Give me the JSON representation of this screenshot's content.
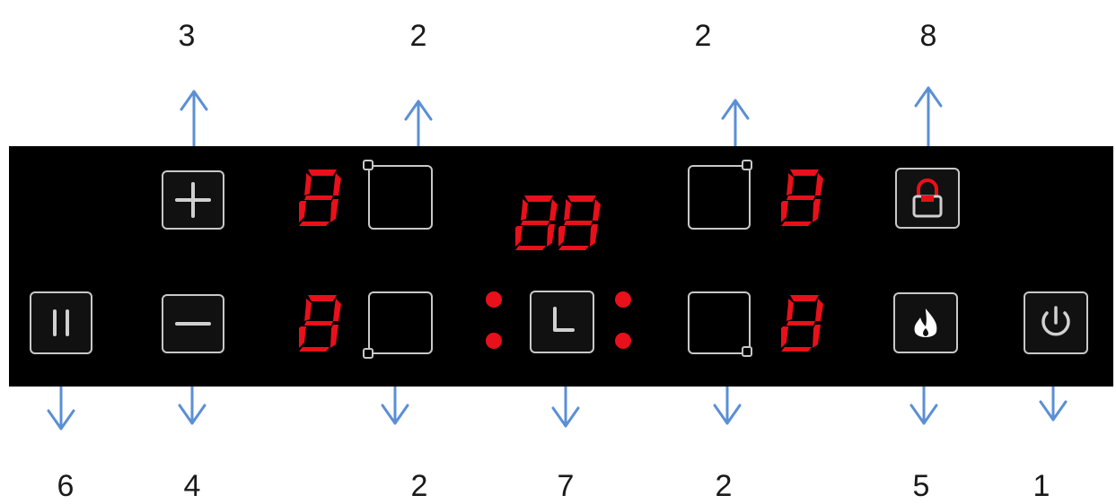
{
  "top_numbers": [
    "3",
    "2",
    "2",
    "8"
  ],
  "bottom_numbers": [
    "6",
    "4",
    "2",
    "7",
    "2",
    "5",
    "1"
  ],
  "colors": {
    "panel": "#000000",
    "outline": "#c8c8c8",
    "digit": "#e8101a",
    "arrow": "#5b8fd6"
  },
  "controls": {
    "plus": "plus-icon",
    "minus": "minus-icon",
    "pause": "pause-icon",
    "timer": "clock-icon",
    "lock": "lock-icon",
    "boost": "flame-icon",
    "power": "power-icon"
  },
  "displays": {
    "zone_top_left": "8",
    "zone_bottom_left": "8",
    "timer": "88",
    "zone_top_right": "8",
    "zone_bottom_right": "8"
  }
}
